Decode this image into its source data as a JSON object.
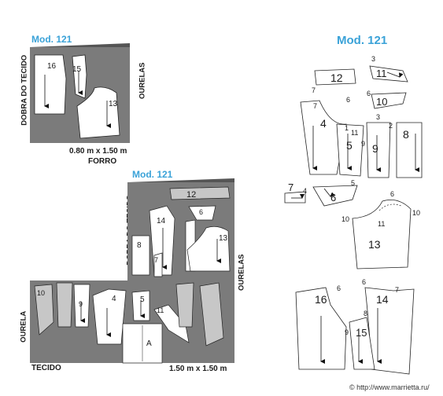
{
  "layout_top": {
    "model_label": "Mod. 121",
    "fold_label": "DOBRA DO TECIDO",
    "selvage_label": "OURELAS",
    "dimensions": "0.80 m x 1.50 m",
    "fabric_name": "FORRO",
    "pieces": [
      "16",
      "15",
      "13"
    ]
  },
  "layout_bottom": {
    "model_label": "Mod. 121",
    "fold_label": "DOBRA DO TECIDO",
    "selvage_label": "OURELAS",
    "selvage_label_left": "OURELA",
    "fabric_name": "TECIDO",
    "dimensions": "1.50 m x 1.50 m",
    "pieces": [
      "12",
      "6",
      "14",
      "7",
      "13",
      "8",
      "5",
      "11",
      "10",
      "9",
      "4",
      "A"
    ]
  },
  "pattern_set": {
    "model_label": "Mod. 121",
    "pieces": [
      "12",
      "11",
      "10",
      "4",
      "5",
      "9",
      "8",
      "7",
      "6",
      "13",
      "16",
      "14",
      "15"
    ],
    "notches": [
      "3",
      "7",
      "6",
      "7",
      "6",
      "3",
      "1",
      "11",
      "9",
      "2",
      "4",
      "5",
      "6",
      "10",
      "10",
      "11",
      "6",
      "6",
      "7",
      "8",
      "9"
    ]
  },
  "watermark": "© http://www.marrietta.ru/",
  "colors": {
    "fabric": "#7b7b7b",
    "label_blue": "#3aa2d8",
    "outline": "#222222"
  }
}
